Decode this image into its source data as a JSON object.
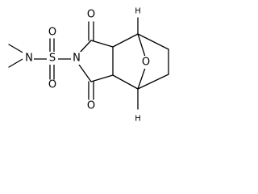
{
  "molecule": {
    "atoms": {
      "nitrogen_dimethylamino": "N",
      "sulfur": "S",
      "oxygen_sulfonyl_top": "O",
      "oxygen_sulfonyl_bottom": "O",
      "nitrogen_imide": "N",
      "oxygen_carbonyl_top": "O",
      "oxygen_carbonyl_bottom": "O",
      "oxygen_bridge": "O",
      "hydrogen_top": "H",
      "hydrogen_bottom": "H"
    }
  }
}
